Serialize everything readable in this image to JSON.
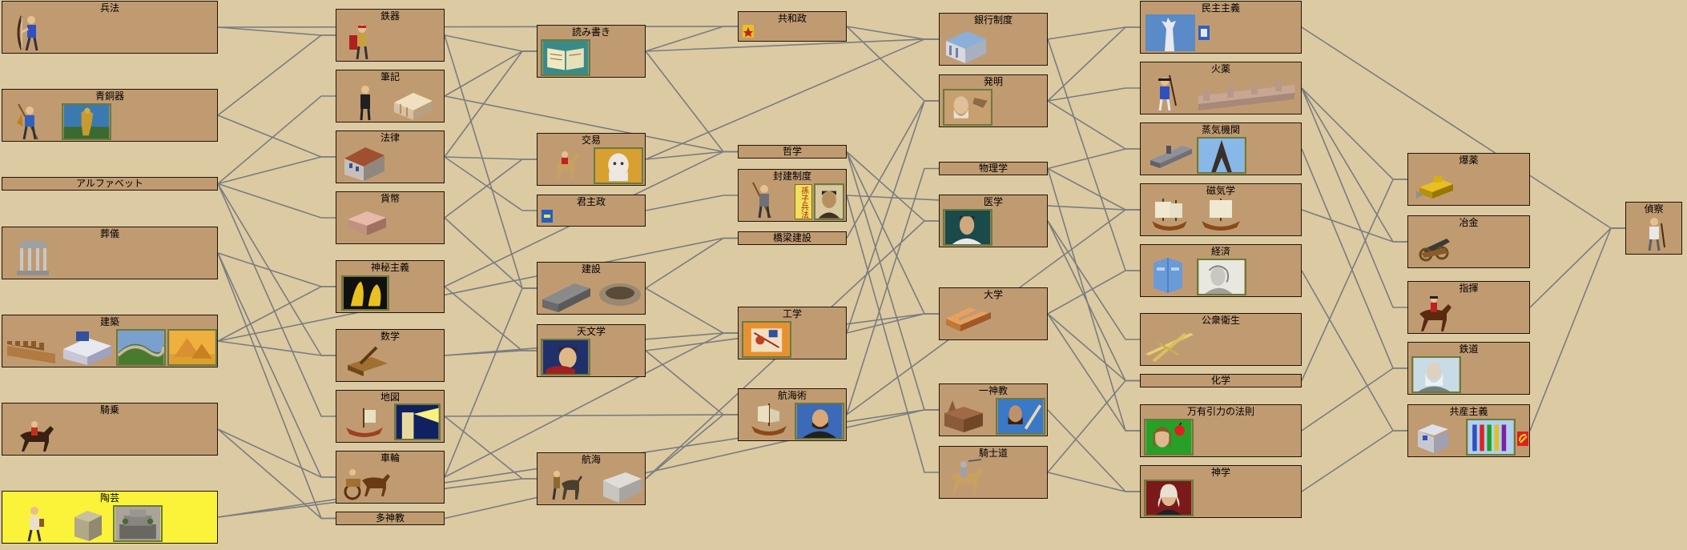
{
  "title": "Technology Tree",
  "techs": {
    "heihou": "兵法",
    "seidouki": "青銅器",
    "alphabet": "アルファベット",
    "maisou": "葬儀",
    "kenchiku": "建築",
    "kijou": "騎乗",
    "tougei": "陶芸",
    "tekki": "鉄器",
    "hikki": "筆記",
    "houritsu": "法律",
    "kahei": "貨幣",
    "shinpi": "神秘主義",
    "suugaku": "数学",
    "chizu": "地図",
    "sharin": "車輪",
    "tashin": "多神教",
    "yomikaki": "読み書き",
    "boueki": "交易",
    "kunshu": "君主政",
    "kensetsu": "建設",
    "tenmon": "天文学",
    "koukai": "航海",
    "kyouwa": "共和政",
    "tetsugaku": "哲学",
    "houken": "封建制度",
    "kyouryou": "橋梁建設",
    "kougaku": "工学",
    "koukaijutsu": "航海術",
    "ginkou": "銀行制度",
    "hatsumei": "発明",
    "butsuri": "物理学",
    "igaku": "医学",
    "daigaku": "大学",
    "isshin": "一神教",
    "kishi": "騎士道",
    "minshu": "民主主義",
    "kayaku": "火薬",
    "jouki": "蒸気機関",
    "jiki": "磁気学",
    "keizai": "経済",
    "koushu": "公衆衛生",
    "kagaku": "化学",
    "banyuu": "万有引力の法則",
    "shingaku": "神学",
    "bakuyaku": "爆薬",
    "yakin": "冶金",
    "shiki": "指揮",
    "tetsudou": "鉄道",
    "kyousan": "共産主義",
    "teisatsu": "偵察"
  },
  "badges": {
    "sonshi": "孫子兵法"
  },
  "colors": {
    "background": "#dccaa2",
    "box": "#c09b72",
    "highlight": "#fbf23a",
    "wire": "#7a7c80"
  }
}
